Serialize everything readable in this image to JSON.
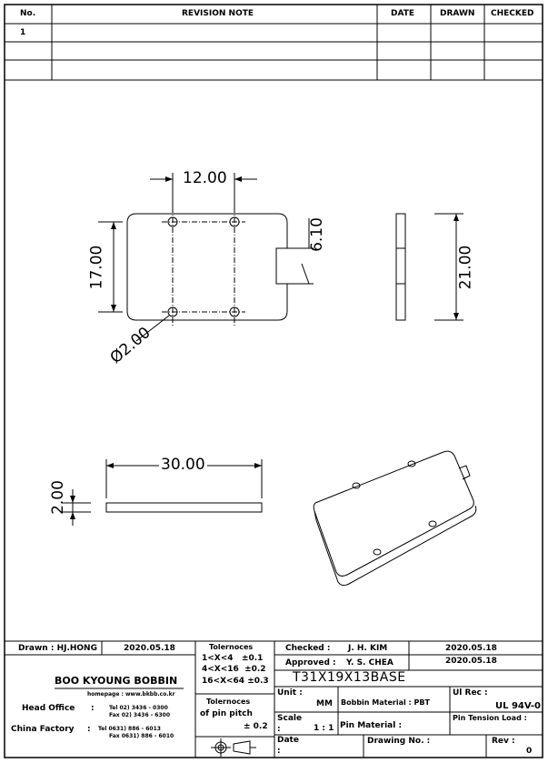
{
  "revision_table": {
    "headers": [
      "No.",
      "REVISION NOTE",
      "DATE",
      "DRAWN",
      "CHECKED"
    ],
    "rows": [
      [
        "1",
        "",
        "",
        "",
        ""
      ],
      [
        "",
        "",
        "",
        "",
        ""
      ],
      [
        "",
        "",
        "",
        "",
        ""
      ]
    ]
  },
  "dimensions": {
    "pin_pitch_x": "12.00",
    "pin_pitch_y": "17.00",
    "notch": "6.10",
    "pin_dia": "Ø2.00",
    "height": "21.00",
    "width": "30.00",
    "thickness": "2.00"
  },
  "title_block": {
    "drawn": "Drawn : HJ.HONG",
    "drawn_date": "2020.05.18",
    "company": "BOO KYOUNG BOBBIN",
    "homepage": "homepage : www.bkbb.co.kr",
    "head_office": "Head Office",
    "head_tel": "Tel  02) 3436 - 0300",
    "head_fax": "Fax  02) 3436 - 6300",
    "china_factory": "China Factory",
    "china_tel": "Tel  0631) 886 - 6013",
    "china_fax": "Fax  0631) 886 - 6010",
    "tolerances_title": "Tolernoces",
    "tolerances": [
      "1<X<4   ±0.1",
      "4<X<16  ±0.2",
      "16<X<64 ±0.3"
    ],
    "pin_pitch_tol_1": "Tolernoces",
    "pin_pitch_tol_2": "of pin pitch",
    "pin_pitch_tol_3": "± 0.2",
    "checked_label": "Checked :",
    "checked_by": "J. H. KIM",
    "checked_date": "2020.05.18",
    "approved_label": "Approved :",
    "approved_by": "Y. S. CHEA",
    "approved_date": "2020.05.18",
    "part_name": "T31X19X13BASE",
    "unit_label": "Unit :",
    "unit": "MM",
    "bobbin_material": "Bobbin Material : PBT",
    "ul_label": "Ul Rec :",
    "ul": "UL 94V-0",
    "scale_label": "Scale",
    "scale_colon": ":",
    "scale": "1 : 1",
    "pin_material": "Pin Material :",
    "pin_tension": "Pin Tension Load :",
    "date_label": "Date",
    "date_colon": ":",
    "drawing_no": "Drawing No. :",
    "rev_label": "Rev :",
    "rev": "0"
  }
}
